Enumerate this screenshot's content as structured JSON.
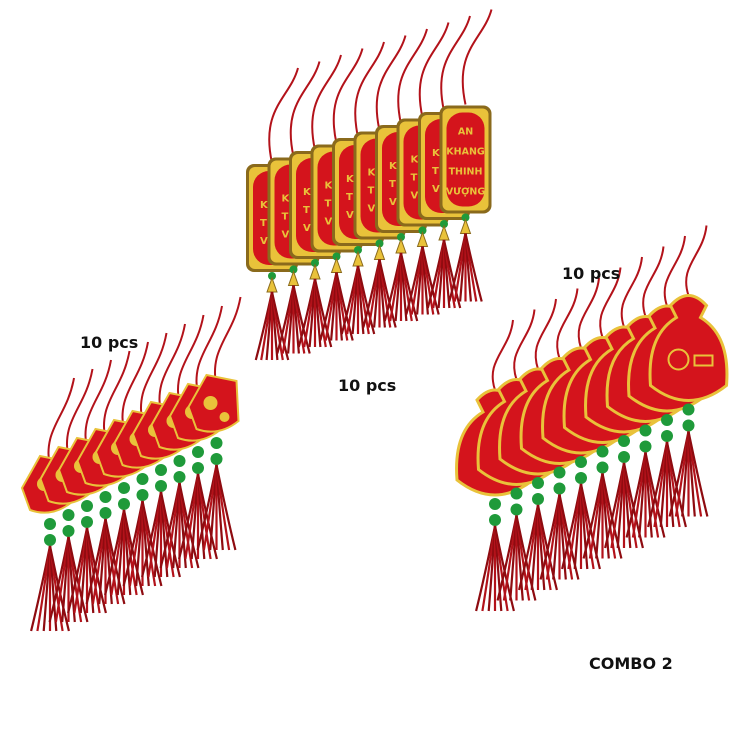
{
  "labels": {
    "left_count": "10 pcs",
    "center_count": "10 pcs",
    "right_count": "10 pcs",
    "combo": "COMBO 2"
  },
  "ornaments": {
    "center_plaque_text": [
      "AN",
      "KHANG",
      "THINH",
      "VƯỢNG"
    ],
    "center_partial_text": [
      "KI",
      "TI",
      "VC"
    ],
    "pieces_per_group": 10
  },
  "colors": {
    "red": "#d4141c",
    "dark_red": "#8e0b10",
    "gold": "#e9c23a",
    "dark_gold": "#8a6a1c",
    "green": "#1f9a3a",
    "cord": "#b3121a"
  }
}
